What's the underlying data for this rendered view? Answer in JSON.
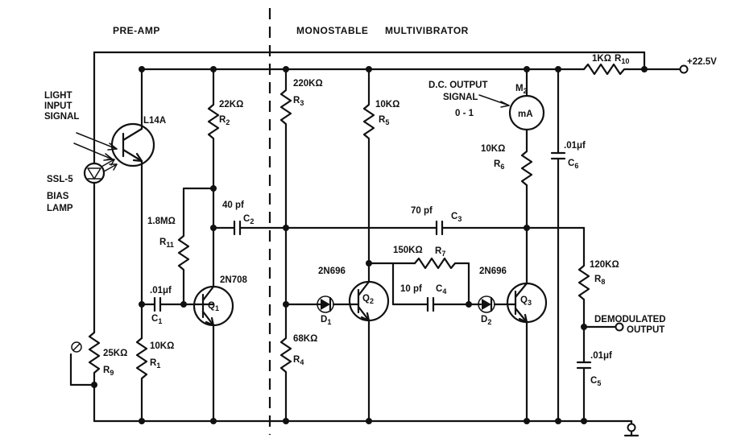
{
  "sections": {
    "preamp": "PRE-AMP",
    "mono": "MONOSTABLE",
    "multi": "MULTIVIBRATOR"
  },
  "supply": {
    "voltage": "+22.5V"
  },
  "light_input": {
    "line1": "LIGHT",
    "line2": "INPUT",
    "line3": "SIGNAL"
  },
  "bias_lamp": {
    "name": "SSL-5",
    "line1": "BIAS",
    "line2": "LAMP"
  },
  "meter": {
    "name": "M",
    "sub": "2",
    "unit": "mA",
    "label1": "D.C. OUTPUT",
    "label2": "SIGNAL",
    "label3": "0 - 1"
  },
  "output": {
    "line1": "DEMODULATED",
    "line2": "OUTPUT"
  },
  "components": {
    "L14A": "L14A",
    "R1": {
      "value": "10KΩ",
      "name": "R",
      "sub": "1"
    },
    "R2": {
      "value": "22KΩ",
      "name": "R",
      "sub": "2"
    },
    "R3": {
      "value": "220KΩ",
      "name": "R",
      "sub": "3"
    },
    "R4": {
      "value": "68KΩ",
      "name": "R",
      "sub": "4"
    },
    "R5": {
      "value": "10KΩ",
      "name": "R",
      "sub": "5"
    },
    "R6": {
      "value": "10KΩ",
      "name": "R",
      "sub": "6"
    },
    "R7": {
      "value": "150KΩ",
      "name": "R",
      "sub": "7"
    },
    "R8": {
      "value": "120KΩ",
      "name": "R",
      "sub": "8"
    },
    "R9": {
      "value": "25KΩ",
      "name": "R",
      "sub": "9"
    },
    "R10": {
      "value": "1KΩ",
      "name": "R",
      "sub": "10"
    },
    "R11": {
      "value": "1.8MΩ",
      "name": "R",
      "sub": "11"
    },
    "C1": {
      "value": ".01μf",
      "name": "C",
      "sub": "1"
    },
    "C2": {
      "value": "40 pf",
      "name": "C",
      "sub": "2"
    },
    "C3": {
      "value": "70 pf",
      "name": "C",
      "sub": "3"
    },
    "C4": {
      "value": "10 pf",
      "name": "C",
      "sub": "4"
    },
    "C5": {
      "value": ".01μf",
      "name": "C",
      "sub": "5"
    },
    "C6": {
      "value": ".01μf",
      "name": "C",
      "sub": "6"
    },
    "Q1": {
      "type": "2N708",
      "name": "Q",
      "sub": "1"
    },
    "Q2": {
      "type": "2N696",
      "name": "Q",
      "sub": "2"
    },
    "Q3": {
      "type": "2N696",
      "name": "Q",
      "sub": "3"
    },
    "D1": {
      "name": "D",
      "sub": "1"
    },
    "D2": {
      "name": "D",
      "sub": "2"
    }
  }
}
